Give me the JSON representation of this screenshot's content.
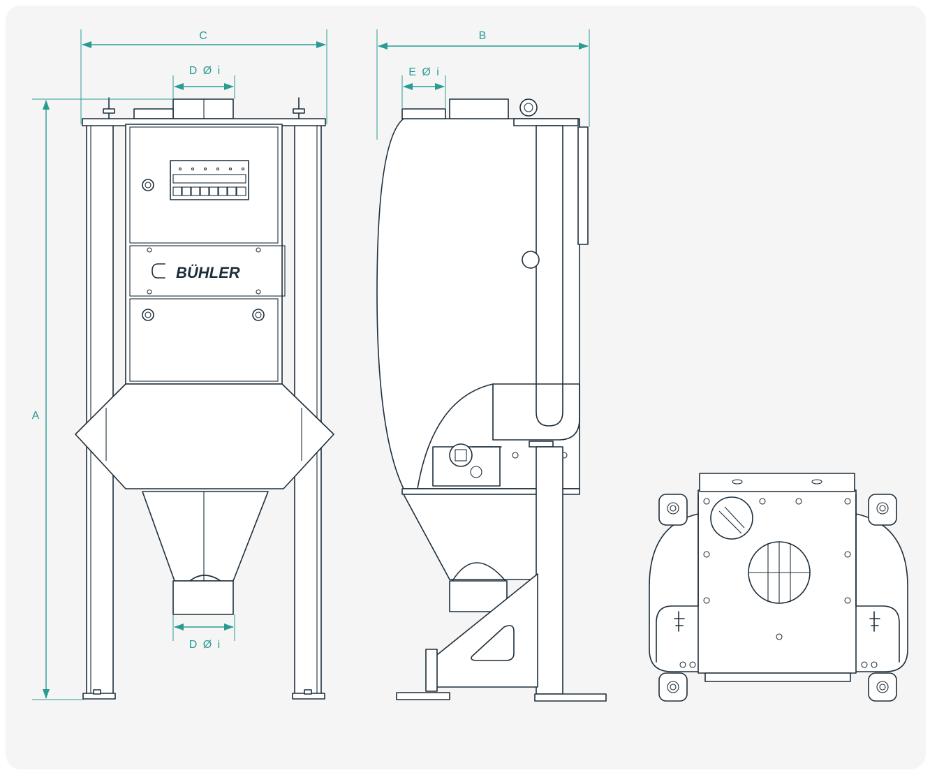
{
  "dimensions": {
    "a": "A",
    "b": "B",
    "c": "C",
    "d_top": "D Ø i",
    "d_bottom": "D Ø i",
    "e": "E Ø i"
  },
  "brand": "BÜHLER",
  "colors": {
    "dimension": "#2a9b93",
    "line": "#1d2e3b",
    "background": "#f5f5f5"
  }
}
